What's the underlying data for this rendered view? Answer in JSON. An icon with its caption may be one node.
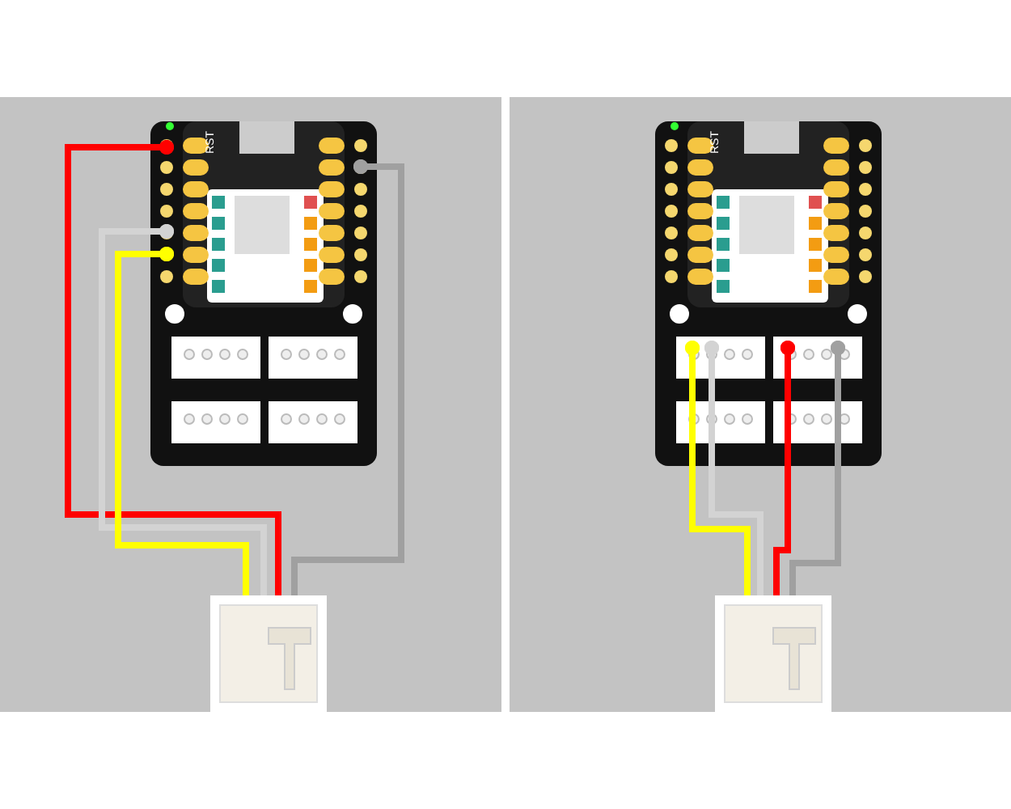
{
  "diagram": {
    "nodes": [
      {
        "text": [],
        "shape": "picture"
      },
      {
        "text": [],
        "shape": "picture"
      },
      {
        "text": [],
        "shape": "picture"
      },
      {
        "text": [],
        "shape": "picture"
      }
    ],
    "edges": [
      {
        "from": 0,
        "to": 1,
        "arrow": "other",
        "color": "#ff0000"
      },
      {
        "from": 0,
        "to": 1,
        "arrow": "other",
        "color": "#d3d3d3"
      },
      {
        "from": 0,
        "to": 1,
        "arrow": "other",
        "color": "#ffff00"
      },
      {
        "from": 0,
        "to": 1,
        "arrow": "other",
        "color": "#a0a0a0"
      },
      {
        "from": 2,
        "to": 3,
        "arrow": "other",
        "color": "#ffff00"
      },
      {
        "from": 2,
        "to": 3,
        "arrow": "other",
        "color": "#d3d3d3"
      },
      {
        "from": 2,
        "to": 3,
        "arrow": "other",
        "color": "#ff0000"
      },
      {
        "from": 2,
        "to": 3,
        "arrow": "other",
        "color": "#a0a0a0"
      }
    ],
    "labels": [
      "RST",
      "RST"
    ]
  }
}
